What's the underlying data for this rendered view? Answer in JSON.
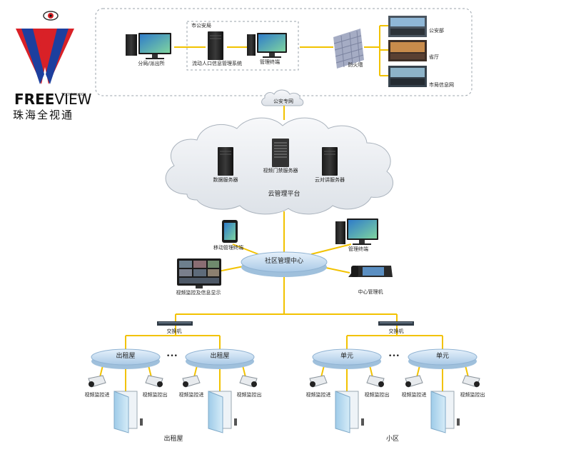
{
  "logo": {
    "wordmark_free": "FREE",
    "wordmark_view": "VIEW",
    "tagline": "TECHNOLOGY",
    "chinese_name": "珠海全视通"
  },
  "top": {
    "city_bureau": "市公安局",
    "substation_label": "分局/派出所",
    "population_system_label": "流动人口信息管理系统",
    "mgmt_terminal_label": "管理终端",
    "firewall_label": "防火墙",
    "dest_ministry": "公安部",
    "dest_province": "省厅",
    "dest_city_network": "市局信息网"
  },
  "network": {
    "police_network_label": "公安专网"
  },
  "cloud": {
    "title": "云管理平台",
    "data_server": "数据服务器",
    "video_gateway_server": "视频门禁服务器",
    "intercom_server": "云对讲服务器"
  },
  "center": {
    "title": "社区管理中心",
    "mobile_terminal": "移动管理终端",
    "mgmt_terminal": "管理终端",
    "video_display": "视频监控及信息显示",
    "center_machine": "中心管理机"
  },
  "left_branch": {
    "switch_label": "交换机",
    "node1": "出租屋",
    "node2": "出租屋",
    "ellipsis": "•••",
    "camera_in_1": "视频监控进",
    "camera_out_1": "视频监控出",
    "camera_in_2": "视频监控进",
    "camera_out_2": "视频监控出",
    "group_label": "出租屋"
  },
  "right_branch": {
    "switch_label": "交换机",
    "node1": "单元",
    "node2": "单元",
    "ellipsis": "•••",
    "camera_in_1": "视频监控进",
    "camera_out_1": "视频监控出",
    "camera_in_2": "视频监控进",
    "camera_out_2": "视频监控出",
    "group_label": "小区"
  },
  "colors": {
    "link": "#f2c200",
    "ellipse_fill": "#cfe3f5",
    "ellipse_stroke": "#9fc0dc",
    "cloud_fill": "#eef1f4",
    "logo_red": "#d92127",
    "logo_blue": "#1d3f9e"
  }
}
